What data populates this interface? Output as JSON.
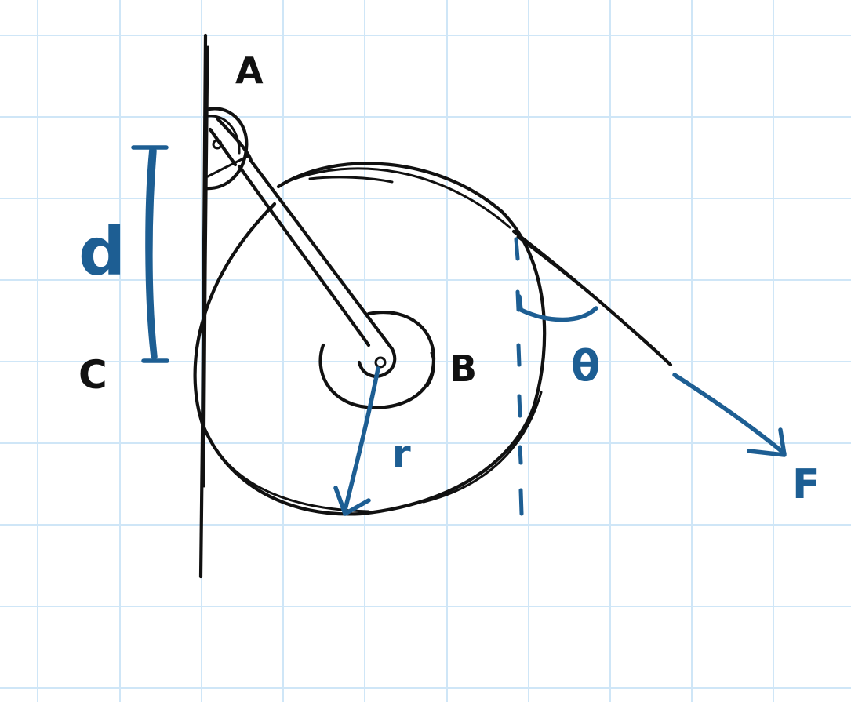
{
  "labels": {
    "A": "A",
    "B": "B",
    "C": "C",
    "d": "d",
    "r": "r",
    "theta": "θ",
    "F": "F"
  },
  "colors": {
    "ink": "#111111",
    "annotation_blue": "#1d5e93",
    "grid": "#cfe6f7",
    "background": "#ffffff"
  }
}
